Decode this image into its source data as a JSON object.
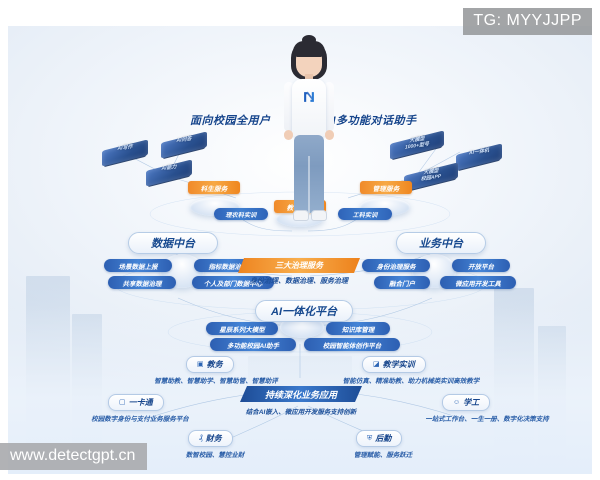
{
  "watermarks": {
    "telegram": "TG: MYYJJPP",
    "site": "www.detectgpt.cn"
  },
  "headline": {
    "left": "面向校园全用户",
    "right": "AI多功能对话助手"
  },
  "capability_cubes": [
    {
      "id": "cube-ai-xiezuo",
      "label": "AI写作"
    },
    {
      "id": "cube-ai-wenda",
      "label": "AI问答"
    },
    {
      "id": "cube-ai-nengli",
      "label": "AI能力"
    },
    {
      "id": "cube-models",
      "label": "大模型\n1000+型号"
    },
    {
      "id": "cube-yiti",
      "label": "AI一体机"
    },
    {
      "id": "cube-app",
      "label": "大模型\n校园APP"
    }
  ],
  "service_nodes": [
    {
      "id": "service-kexue",
      "label": "科生服务",
      "style": "orange"
    },
    {
      "id": "service-jiaoxue",
      "label": "教学服务",
      "style": "orange"
    },
    {
      "id": "service-guanli",
      "label": "管理服务",
      "style": "orange"
    },
    {
      "id": "service-lisshi",
      "label": "理农科实训",
      "style": "blue"
    },
    {
      "id": "service-gongke",
      "label": "工科实训",
      "style": "blue"
    }
  ],
  "platforms": {
    "data_platform": {
      "title": "数据中台",
      "items": [
        "场景数据上报",
        "指标数据治理",
        "共享数据治理",
        "个人及部门数据中心"
      ]
    },
    "business_platform": {
      "title": "业务中台",
      "items": [
        "身份治理服务",
        "开放平台",
        "融合门户",
        "微应用开发工具"
      ]
    },
    "governance": {
      "title": "三大治理服务",
      "subtitle": "身份治理、数据治理、服务治理"
    },
    "ai_platform": {
      "title": "AI一体化平台",
      "items": [
        "星辰系列大模型",
        "知识库管理",
        "多功能校园AI助手",
        "校园智能体创作平台"
      ]
    }
  },
  "applications": {
    "banner": "持续深化业务应用",
    "banner_sub": "结合AI嵌入、微应用开发服务支持创新",
    "cards": [
      {
        "id": "app-jiaowu",
        "icon": "book-icon",
        "glyph": "▣",
        "name": "教务",
        "desc": "智慧助教、智慧助学、智慧助管、智慧助评"
      },
      {
        "id": "app-shixun",
        "icon": "lab-icon",
        "glyph": "◪",
        "name": "教学实训",
        "desc": "智能仿真、精准助教、助力机械类实训高效教学"
      },
      {
        "id": "app-yikatong",
        "icon": "card-icon",
        "glyph": "▢",
        "name": "一卡通",
        "desc": "校园数字身份与支付业务服务平台"
      },
      {
        "id": "app-xuegong",
        "icon": "student-icon",
        "glyph": "☺",
        "name": "学工",
        "desc": "一站式工作台、一生一册、数字化决策支持"
      },
      {
        "id": "app-caiwu",
        "icon": "finance-icon",
        "glyph": "₰",
        "name": "财务",
        "desc": "数智校园、慧控业财"
      },
      {
        "id": "app-houqin",
        "icon": "logistics-icon",
        "glyph": "⛨",
        "name": "后勤",
        "desc": "管理赋能、服务跃迁"
      }
    ]
  },
  "colors": {
    "accent_blue": "#2d5fb2",
    "accent_orange": "#ee8420",
    "title_blue": "#16458c",
    "bg_light": "#eef3f9"
  }
}
